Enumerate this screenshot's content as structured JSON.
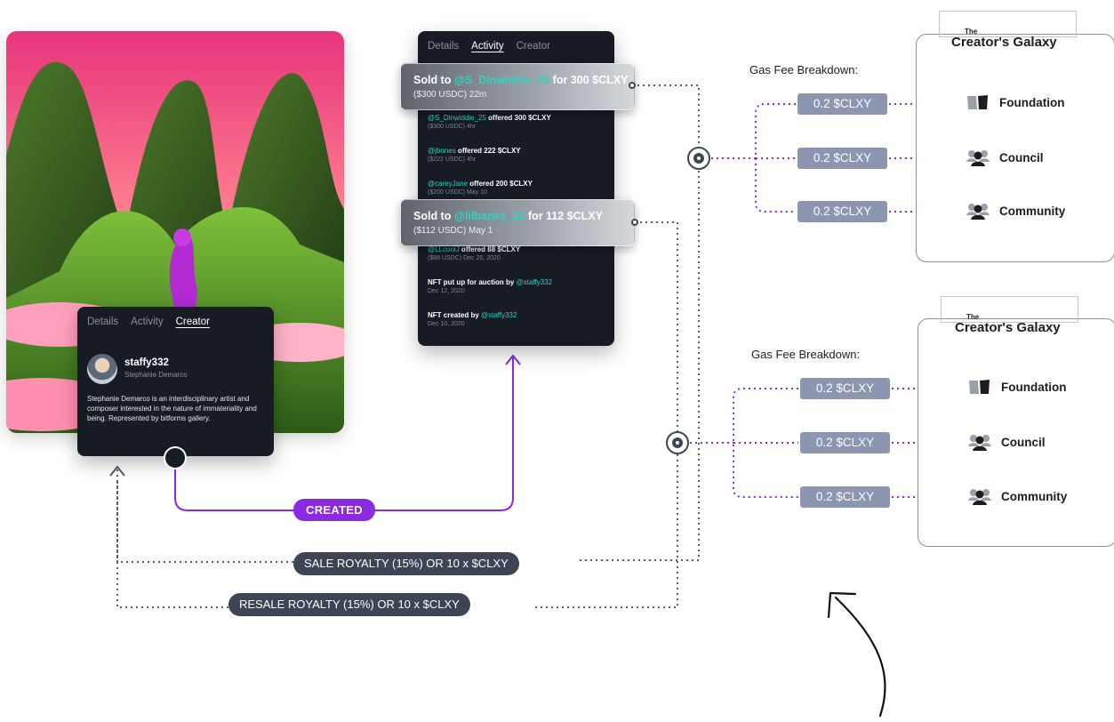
{
  "artwork": {
    "alt": "Surreal landscape artwork"
  },
  "creator_card": {
    "tabs": [
      "Details",
      "Activity",
      "Creator"
    ],
    "active_tab": "Creator",
    "handle": "staffy332",
    "name": "Stephanie Demarco",
    "bio": "Stephanie Demarco is an interdisciplinary artist and composer interested in the nature of immateriality and being. Represented by bitforms gallery."
  },
  "activity_card": {
    "tabs": [
      "Details",
      "Activity",
      "Creator"
    ],
    "active_tab": "Activity",
    "items": [
      {
        "handle": "@S_Dinwiddie_25",
        "text": " offered 300 $CLXY",
        "sub": "($300 USDC)   4hr"
      },
      {
        "handle": "@jbones",
        "text": " offered 222 $CLXY",
        "sub": "($222 USDC)   4hr"
      },
      {
        "handle": "@careyJane",
        "text": " offered 200 $CLXY",
        "sub": "($200 USDC)   May 10"
      },
      {
        "handle": "@LLcoolJ",
        "text": " offered 88 $CLXY",
        "sub": "($88 USDC)   Dec 20, 2020"
      },
      {
        "prefix": "NFT put up for auction by ",
        "handle": "@staffy332",
        "sub": "Dec 12, 2020"
      },
      {
        "prefix": "NFT created by ",
        "handle": "@staffy332",
        "sub": "Dec 10, 2020"
      }
    ]
  },
  "sold_top": {
    "prefix": "Sold to ",
    "handle": "@S_Dinwiddie_25",
    "suffix": " for 300 $CLXY",
    "sub": "($300 USDC)    22m"
  },
  "sold_mid": {
    "prefix": "Sold to ",
    "handle": "@lilbanks_22",
    "suffix": " for 112 $CLXY",
    "sub": "($112 USDC)    May 1"
  },
  "pills": {
    "created": "CREATED",
    "sale_royalty": "SALE ROYALTY (15%)  OR  10 x $CLXY",
    "resale_royalty": "RESALE ROYALTY (15%)  OR  10 x $CLXY"
  },
  "fee_blocks": [
    {
      "title": "Gas Fee Breakdown:",
      "fees": [
        "0.2 $CLXY",
        "0.2 $CLXY",
        "0.2 $CLXY"
      ],
      "galaxy_the": "The",
      "galaxy_name": "Creator's Galaxy",
      "destinations": [
        {
          "icon": "book-icon",
          "label": "Foundation"
        },
        {
          "icon": "group-icon",
          "label": "Council"
        },
        {
          "icon": "group-icon",
          "label": "Community"
        }
      ]
    },
    {
      "title": "Gas Fee Breakdown:",
      "fees": [
        "0.2 $CLXY",
        "0.2 $CLXY",
        "0.2 $CLXY"
      ],
      "galaxy_the": "The",
      "galaxy_name": "Creator's Galaxy",
      "destinations": [
        {
          "icon": "book-icon",
          "label": "Foundation"
        },
        {
          "icon": "group-icon",
          "label": "Council"
        },
        {
          "icon": "group-icon",
          "label": "Community"
        }
      ]
    }
  ],
  "colors": {
    "purple": "#8a2be2",
    "dark": "#3c4553",
    "fee_box": "#8c96b0",
    "teal": "#2fd3c4",
    "card": "#161b24"
  }
}
